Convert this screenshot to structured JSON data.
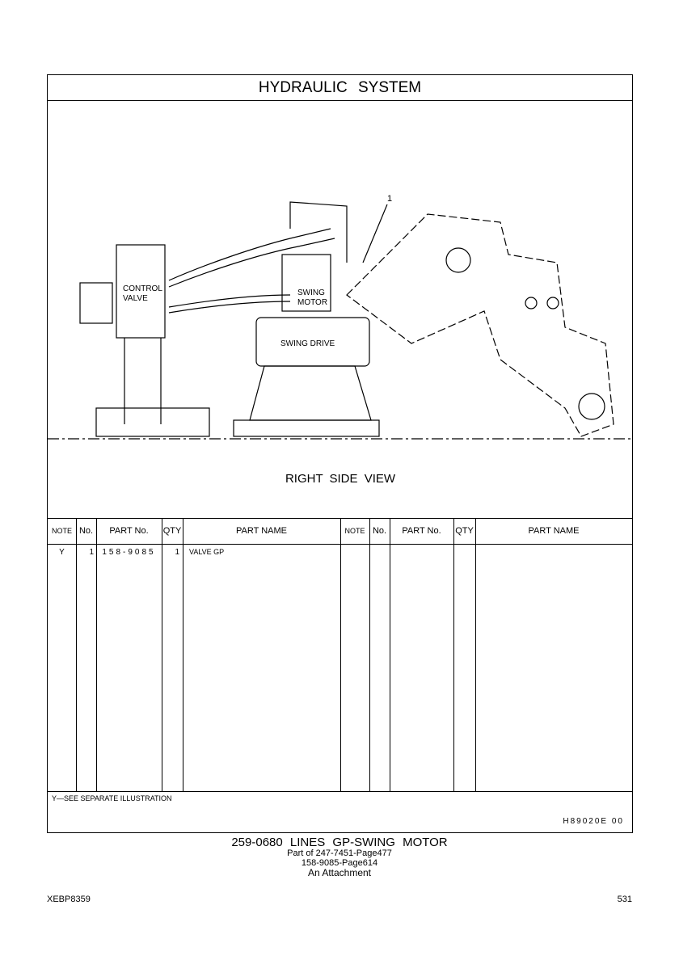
{
  "title": "HYDRAULIC SYSTEM",
  "illustration": {
    "callout": "1",
    "labels": {
      "control_valve_1": "CONTROL",
      "control_valve_2": "VALVE",
      "swing_motor_1": "SWING",
      "swing_motor_2": "MOTOR",
      "swing_drive": "SWING DRIVE"
    },
    "view": "RIGHT SIDE VIEW"
  },
  "table": {
    "headers": [
      "NOTE",
      "No.",
      "PART No.",
      "QTY",
      "PART NAME",
      "NOTE",
      "No.",
      "PART No.",
      "QTY",
      "PART NAME"
    ],
    "rows": [
      {
        "note": "Y",
        "no": "1",
        "part_no": "158-9085",
        "qty": "1",
        "name": "VALVE GP"
      }
    ]
  },
  "footnote": "Y—SEE SEPARATE ILLUSTRATION",
  "illustration_code": "H89020E 00",
  "caption": {
    "main": "259-0680 LINES GP-SWING MOTOR",
    "line1": "Part of 247-7451-Page477",
    "line2": "158-9085-Page614",
    "line3": "An Attachment"
  },
  "doc_id": "XEBP8359",
  "page_number": "531"
}
